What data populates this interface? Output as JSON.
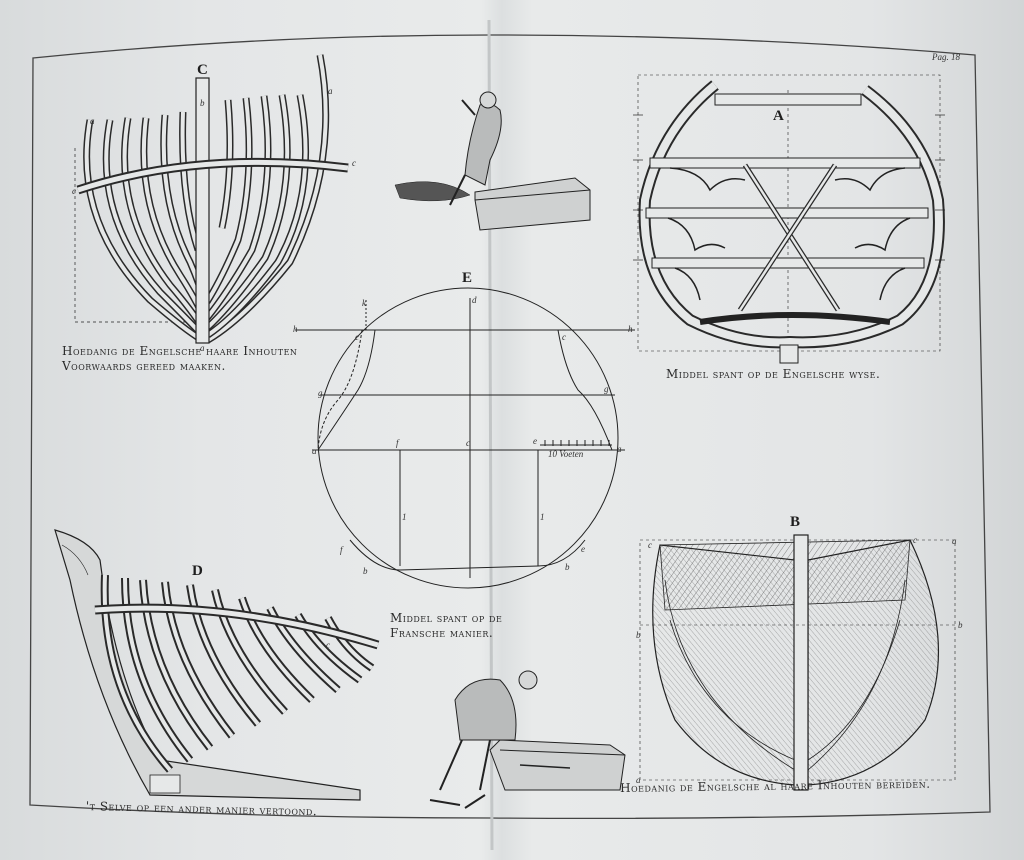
{
  "page_number": "Pag. 18",
  "figures": {
    "C": {
      "letter": "C",
      "caption_line1": "Hoedanig de Engelsche haare Inhouten",
      "caption_line2": "Voorwaards gereed maaken."
    },
    "A": {
      "letter": "A",
      "caption": "Middel spant op de Engelsche wyse."
    },
    "E": {
      "letter": "E",
      "caption_line1": "Middel spant op de",
      "caption_line2": "Fransche manier.",
      "scale_label": "10 Voeten"
    },
    "D": {
      "letter": "D",
      "caption": "'t Selve op een ander manier vertoond."
    },
    "B": {
      "letter": "B",
      "caption": "Hoedanig de Engelsche al haare Inhouten bereiden."
    }
  },
  "letters": {
    "a": "a",
    "b": "b",
    "c": "c",
    "d": "d",
    "e": "e",
    "f": "f",
    "g": "g",
    "h": "h",
    "k": "k",
    "one": "1"
  },
  "colors": {
    "ink": "#2a2a2a",
    "paper": "#e6e8e8"
  }
}
